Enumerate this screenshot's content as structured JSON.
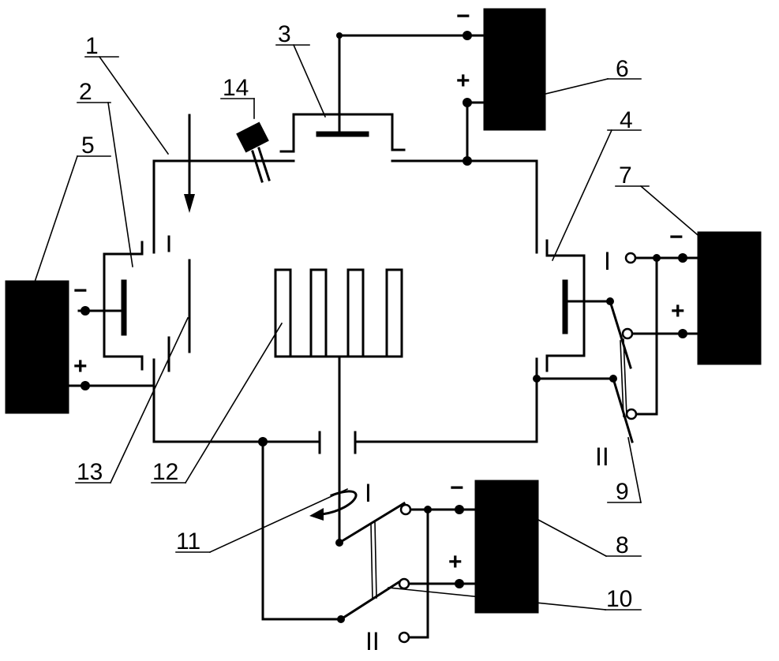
{
  "diagram": {
    "colors": {
      "ink": "#000000",
      "paper": "#ffffff"
    },
    "labels": {
      "l1": "1",
      "l2": "2",
      "l3": "3",
      "l4": "4",
      "l5": "5",
      "l6": "6",
      "l7": "7",
      "l8": "8",
      "l9": "9",
      "l10": "10",
      "l11": "11",
      "l12": "12",
      "l13": "13",
      "l14": "14"
    },
    "signs": {
      "minus": "−",
      "plus": "+"
    },
    "switch_positions": {
      "one": "I",
      "two": "II"
    }
  }
}
